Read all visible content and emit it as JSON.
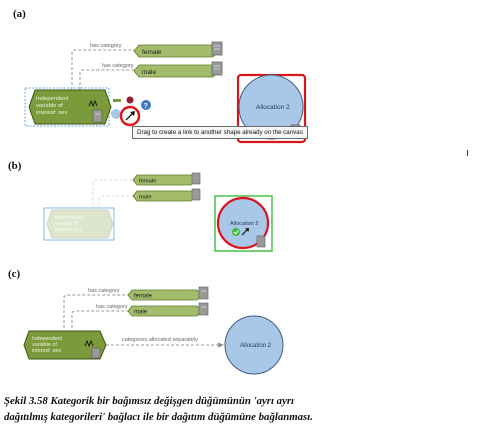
{
  "panels": [
    {
      "label": "(a)",
      "node_text": [
        "Independent",
        "variable of",
        "interest: sex"
      ],
      "links": [
        {
          "label": "has category",
          "target": "female"
        },
        {
          "label": "has category",
          "target": "male"
        }
      ],
      "allocation": "Allocation 2",
      "tooltip": "Drag to create a link to another shape already on the canvas",
      "help_glyph": "?"
    },
    {
      "label": "(b)",
      "node_text": [
        "Independent",
        "variable of",
        "interest: sex"
      ],
      "categories": [
        "female",
        "male"
      ],
      "allocation": "Allocation 2"
    },
    {
      "label": "(c)",
      "node_text": [
        "Independent",
        "variable of",
        "interest: sex"
      ],
      "links": [
        {
          "label": "has category",
          "target": "female"
        },
        {
          "label": "has category",
          "target": "male"
        }
      ],
      "connector_label": "categories allocated separately",
      "allocation": "Allocation 2"
    }
  ],
  "caption": [
    "Şekil 3.58 Kategorik bir bağımsız değişgen düğümünün 'ayrı ayrı",
    "dağıtılmış kategorileri' bağlacı ile bir dağıtım düğümüne bağlanması."
  ],
  "colors": {
    "node_green": "#7a9a3c",
    "category_green": "#a3bc6b",
    "allocation_blue": "#a9c8e8",
    "highlight_red": "#d9141b",
    "selection_blue": "#6aa7da",
    "handle_green": "#3dbb3d"
  },
  "icons": [
    "stack-icon",
    "node-wave-icon",
    "link-arrow-icon",
    "help-icon",
    "check-icon"
  ]
}
